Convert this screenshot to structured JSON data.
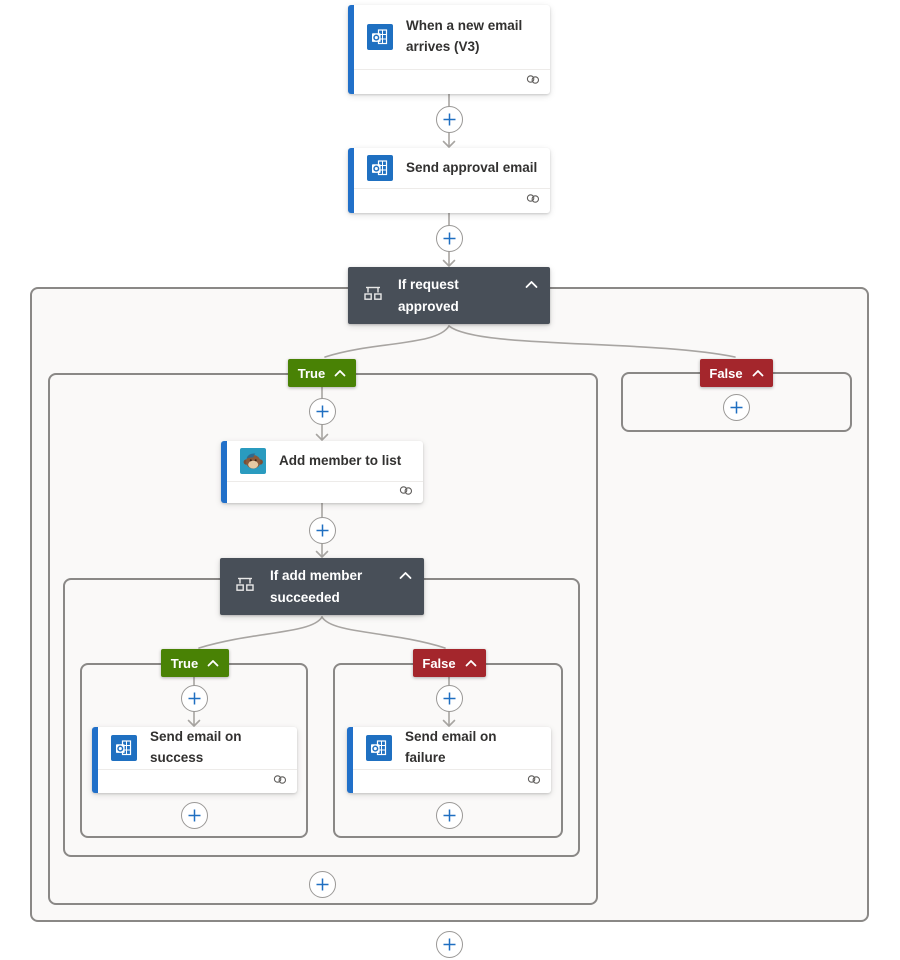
{
  "app": "power-automate-flow-designer",
  "colors": {
    "accent_blue": "#2170c9",
    "outlook_icon_bg": "#1f70c1",
    "mailchimp_icon_bg": "#2a9bbf",
    "condition_card_bg": "#484f58",
    "true_badge": "#498205",
    "false_badge": "#a4262c",
    "container_border": "#8a8886",
    "container_fill": "#faf9f8",
    "connector": "#a8a5a2",
    "plus_glyph": "#1f6fc1",
    "title_text": "#323130"
  },
  "flow": {
    "trigger": {
      "title": "When a new email arrives (V3)",
      "icon": "office365-outlook-icon"
    },
    "actions": {
      "send_approval": {
        "title": "Send approval email",
        "icon": "office365-outlook-icon"
      },
      "add_member": {
        "title": "Add member to list",
        "icon": "mailchimp-icon"
      },
      "send_success": {
        "title": "Send email on success",
        "icon": "office365-outlook-icon"
      },
      "send_failure": {
        "title": "Send email on failure",
        "icon": "office365-outlook-icon"
      }
    },
    "conditions": {
      "request": {
        "title": "If request approved",
        "icon": "condition-icon"
      },
      "member": {
        "title": "If add member succeeded",
        "icon": "condition-icon"
      }
    },
    "badges": {
      "true": "True",
      "false": "False"
    }
  }
}
